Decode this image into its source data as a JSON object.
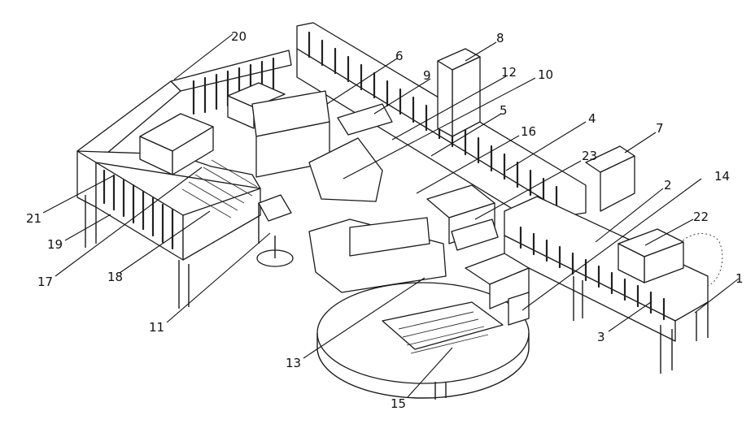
{
  "figure": {
    "ref_labels": [
      {
        "id": "1",
        "text": "1"
      },
      {
        "id": "2",
        "text": "2"
      },
      {
        "id": "3",
        "text": "3"
      },
      {
        "id": "4",
        "text": "4"
      },
      {
        "id": "5",
        "text": "5"
      },
      {
        "id": "6",
        "text": "6"
      },
      {
        "id": "7",
        "text": "7"
      },
      {
        "id": "8",
        "text": "8"
      },
      {
        "id": "9",
        "text": "9"
      },
      {
        "id": "10",
        "text": "10"
      },
      {
        "id": "11",
        "text": "11"
      },
      {
        "id": "12",
        "text": "12"
      },
      {
        "id": "13",
        "text": "13"
      },
      {
        "id": "14",
        "text": "14"
      },
      {
        "id": "15",
        "text": "15"
      },
      {
        "id": "16",
        "text": "16"
      },
      {
        "id": "17",
        "text": "17"
      },
      {
        "id": "18",
        "text": "18"
      },
      {
        "id": "19",
        "text": "19"
      },
      {
        "id": "20",
        "text": "20"
      },
      {
        "id": "21",
        "text": "21"
      },
      {
        "id": "22",
        "text": "22"
      },
      {
        "id": "23",
        "text": "23"
      }
    ]
  }
}
